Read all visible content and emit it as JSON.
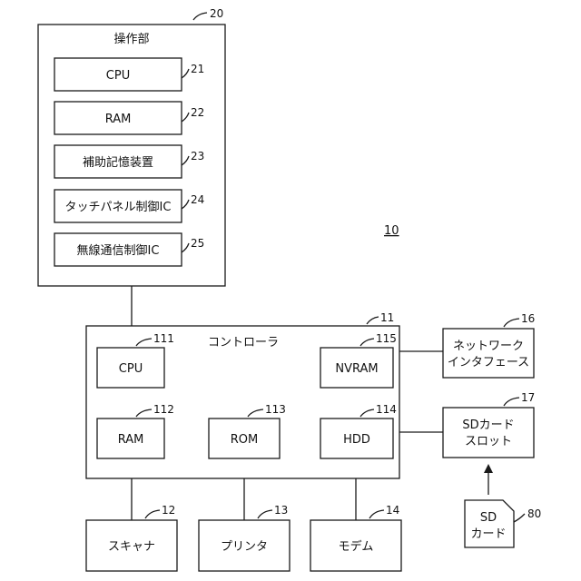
{
  "operation_unit": {
    "title": "操作部",
    "ref": "20",
    "components": [
      {
        "label": "CPU",
        "ref": "21"
      },
      {
        "label": "RAM",
        "ref": "22"
      },
      {
        "label": "補助記憶装置",
        "ref": "23"
      },
      {
        "label": "タッチパネル制御IC",
        "ref": "24"
      },
      {
        "label": "無線通信制御IC",
        "ref": "25"
      }
    ]
  },
  "system_ref": "10",
  "controller": {
    "title": "コントローラ",
    "ref": "11",
    "cpu": {
      "label": "CPU",
      "ref": "111"
    },
    "nvram": {
      "label": "NVRAM",
      "ref": "115"
    },
    "ram": {
      "label": "RAM",
      "ref": "112"
    },
    "rom": {
      "label": "ROM",
      "ref": "113"
    },
    "hdd": {
      "label": "HDD",
      "ref": "114"
    }
  },
  "network_interface": {
    "label_line1": "ネットワーク",
    "label_line2": "インタフェース",
    "ref": "16"
  },
  "sd_slot": {
    "label_line1": "SDカード",
    "label_line2": "スロット",
    "ref": "17"
  },
  "sd_card": {
    "label_line1": "SD",
    "label_line2": "カード",
    "ref": "80"
  },
  "peripherals": {
    "scanner": {
      "label": "スキャナ",
      "ref": "12"
    },
    "printer": {
      "label": "プリンタ",
      "ref": "13"
    },
    "modem": {
      "label": "モデム",
      "ref": "14"
    }
  }
}
